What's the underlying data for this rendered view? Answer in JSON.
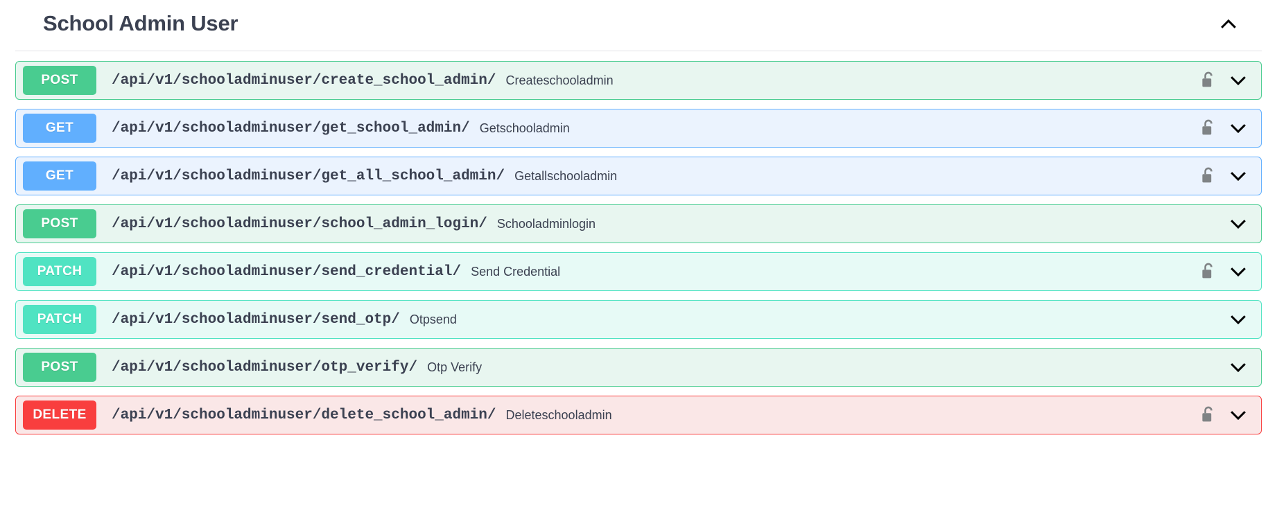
{
  "tag": {
    "title": "School Admin User",
    "toggle_icon": "chevron-up-icon",
    "expanded": true
  },
  "colors": {
    "post": "#49cc90",
    "get": "#61affe",
    "patch": "#50e3c2",
    "delete": "#f93e3e",
    "post_row_bg": "#e8f6f0",
    "get_row_bg": "#ebf3fe",
    "patch_row_bg": "#e7faf6",
    "delete_row_bg": "#fae7e7",
    "text": "#3b4151",
    "lock": "#7f8385"
  },
  "icons": {
    "lock": "unlocked-padlock-icon",
    "expand": "chevron-down-icon",
    "collapse": "chevron-up-icon"
  },
  "operations": [
    {
      "method": "POST",
      "path": "/api/v1/schooladminuser/create_school_admin/",
      "summary": "Createschooladmin",
      "has_lock": true
    },
    {
      "method": "GET",
      "path": "/api/v1/schooladminuser/get_school_admin/",
      "summary": "Getschooladmin",
      "has_lock": true
    },
    {
      "method": "GET",
      "path": "/api/v1/schooladminuser/get_all_school_admin/",
      "summary": "Getallschooladmin",
      "has_lock": true
    },
    {
      "method": "POST",
      "path": "/api/v1/schooladminuser/school_admin_login/",
      "summary": "Schooladminlogin",
      "has_lock": false
    },
    {
      "method": "PATCH",
      "path": "/api/v1/schooladminuser/send_credential/",
      "summary": "Send Credential",
      "has_lock": true
    },
    {
      "method": "PATCH",
      "path": "/api/v1/schooladminuser/send_otp/",
      "summary": "Otpsend",
      "has_lock": false
    },
    {
      "method": "POST",
      "path": "/api/v1/schooladminuser/otp_verify/",
      "summary": "Otp Verify",
      "has_lock": false
    },
    {
      "method": "DELETE",
      "path": "/api/v1/schooladminuser/delete_school_admin/",
      "summary": "Deleteschooladmin",
      "has_lock": true
    }
  ]
}
